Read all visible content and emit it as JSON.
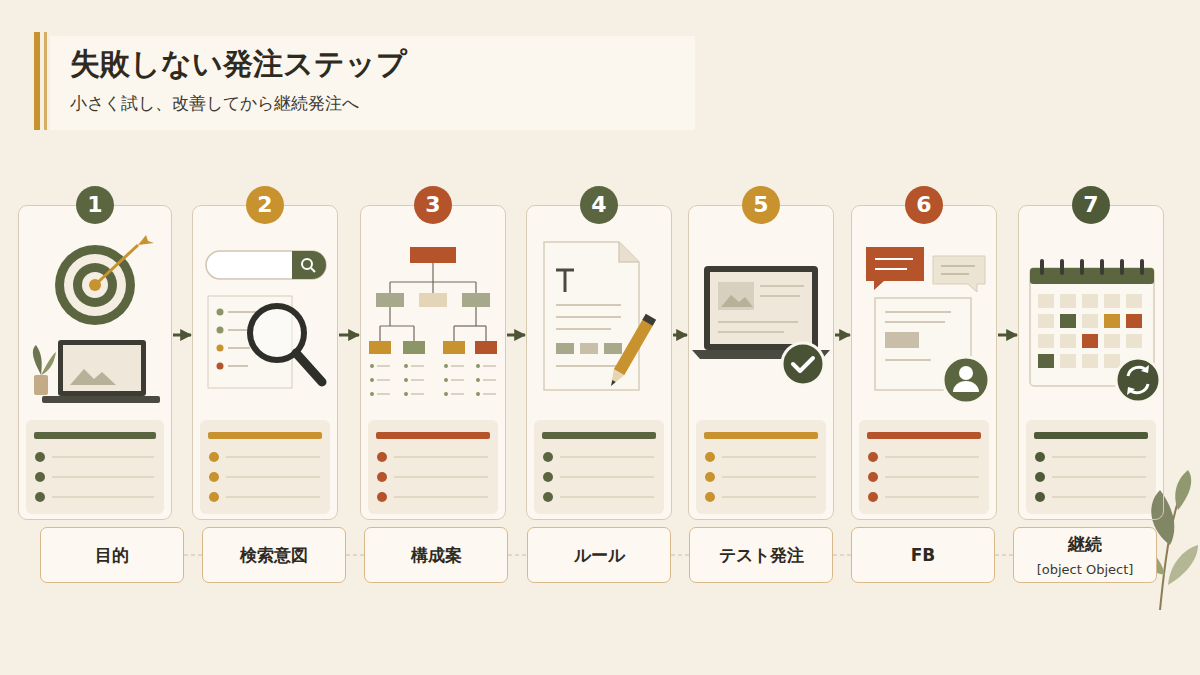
{
  "diagram": {
    "title": "失敗しない発注ステップ",
    "caption": "小さく試し、改善してから継続発注へ",
    "nodes": [
      {
        "text": [
          "1"
        ]
      },
      {
        "text": [
          "目的"
        ]
      },
      {
        "text": [
          "2"
        ]
      },
      {
        "text": [
          "検索意図"
        ]
      },
      {
        "text": [
          "3"
        ]
      },
      {
        "text": [
          "構成案"
        ]
      },
      {
        "text": [
          "4"
        ]
      },
      {
        "text": [
          "ルール"
        ]
      },
      {
        "text": [
          "5"
        ]
      },
      {
        "text": [
          "テスト発注"
        ]
      },
      {
        "text": [
          "6"
        ]
      },
      {
        "text": [
          "FB"
        ]
      },
      {
        "text": [
          "7"
        ]
      },
      {
        "text": [
          "継続",
          "[object Object]"
        ]
      }
    ],
    "edges": [
      {
        "from": 0,
        "to": 2,
        "arrow": "to"
      },
      {
        "from": 2,
        "to": 4,
        "arrow": "to"
      },
      {
        "from": 4,
        "to": 6,
        "arrow": "to"
      },
      {
        "from": 6,
        "to": 8,
        "arrow": "to"
      },
      {
        "from": 8,
        "to": 10,
        "arrow": "to"
      },
      {
        "from": 10,
        "to": 12,
        "arrow": "to"
      },
      {
        "from": 1,
        "to": 3,
        "arrow": "none"
      },
      {
        "from": 3,
        "to": 5,
        "arrow": "none"
      },
      {
        "from": 5,
        "to": 7,
        "arrow": "none"
      },
      {
        "from": 7,
        "to": 9,
        "arrow": "none"
      },
      {
        "from": 9,
        "to": 11,
        "arrow": "none"
      },
      {
        "from": 11,
        "to": 13,
        "arrow": "none"
      }
    ]
  }
}
